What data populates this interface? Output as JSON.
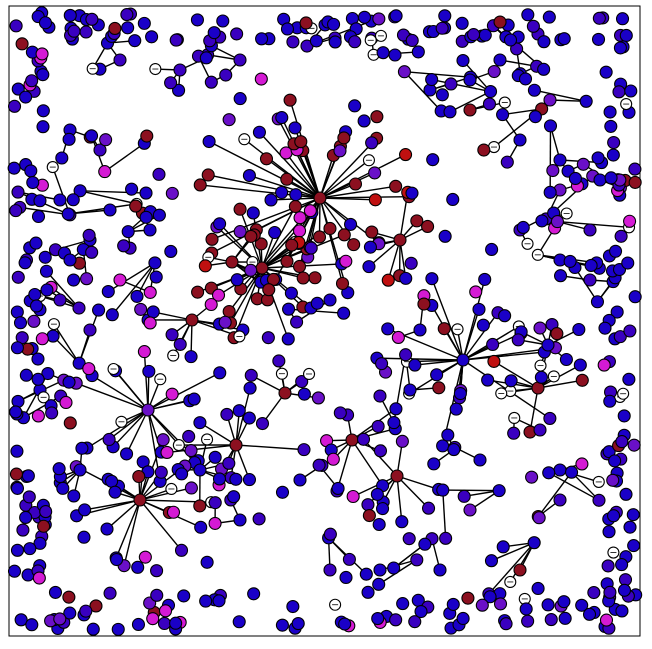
{
  "graph": {
    "colors": {
      "blue": "#1a00c8",
      "indigo": "#3a00c0",
      "violet": "#6a10c8",
      "magenta": "#d41ad4",
      "dark_red": "#8c1020",
      "red": "#c01010",
      "white": "#ffffff",
      "edge": "#000000"
    },
    "clusters": [
      {
        "id": "c1",
        "hub_color": "dark_red",
        "degree": 46
      },
      {
        "id": "c2",
        "hub_color": "dark_red",
        "degree": 30
      },
      {
        "id": "c3",
        "hub_color": "blue",
        "degree": 24
      },
      {
        "id": "c4",
        "hub_color": "violet",
        "degree": 20
      },
      {
        "id": "c5",
        "hub_color": "dark_red",
        "degree": 22
      },
      {
        "id": "c6",
        "hub_color": "dark_red",
        "degree": 12
      },
      {
        "id": "c7",
        "hub_color": "dark_red",
        "degree": 10
      },
      {
        "id": "c8",
        "hub_color": "dark_red",
        "degree": 9
      },
      {
        "id": "c9",
        "hub_color": "dark_red",
        "degree": 9
      }
    ],
    "node_count_estimate": 900
  }
}
